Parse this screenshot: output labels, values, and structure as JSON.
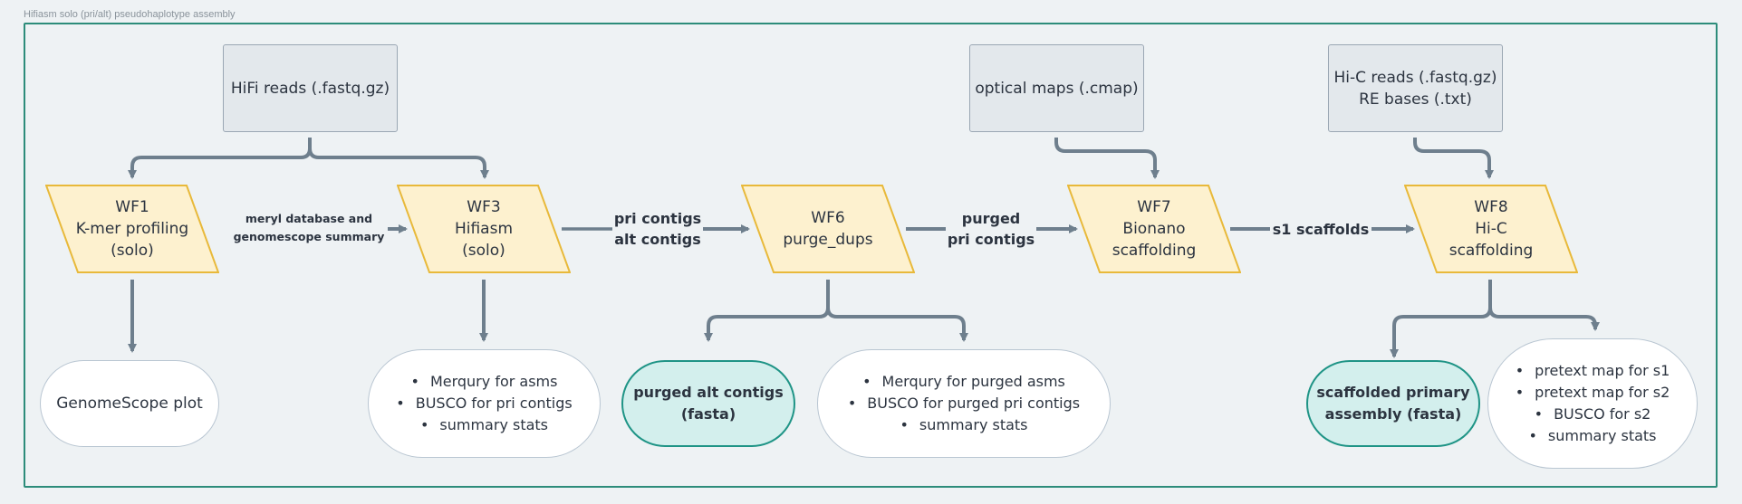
{
  "diagram_title": "Hifiasm solo (pri/alt) pseudohaplotype assembly",
  "inputs": {
    "hifi_reads": "HiFi reads (.fastq.gz)",
    "optical_maps": "optical maps (.cmap)",
    "hic_reads": [
      "Hi-C reads (.fastq.gz)",
      "RE bases (.txt)"
    ]
  },
  "workflows": {
    "wf1": [
      "WF1",
      "K-mer profiling",
      "(solo)"
    ],
    "wf3": [
      "WF3",
      "Hifiasm",
      "(solo)"
    ],
    "wf6": [
      "WF6",
      "purge_dups"
    ],
    "wf7": [
      "WF7",
      "Bionano",
      "scaffolding"
    ],
    "wf8": [
      "WF8",
      "Hi-C",
      "scaffolding"
    ]
  },
  "edge_labels": {
    "wf1_wf3": [
      "meryl database and",
      "genomescope summary"
    ],
    "wf3_wf6": [
      "pri contigs",
      "alt contigs"
    ],
    "wf6_wf7": [
      "purged",
      "pri contigs"
    ],
    "wf7_wf8": "s1 scaffolds"
  },
  "outputs": {
    "genomescope": "GenomeScope plot",
    "wf3_qc": [
      "Merqury for asms",
      "BUSCO for pri contigs",
      "summary stats"
    ],
    "purged_alt": [
      "purged alt contigs",
      "(fasta)"
    ],
    "wf6_qc": [
      "Merqury for purged asms",
      "BUSCO for purged pri contigs",
      "summary stats"
    ],
    "scaffolded": [
      "scaffolded primary",
      "assembly (fasta)"
    ],
    "wf8_qc": [
      "pretext map for s1",
      "pretext map for s2",
      "BUSCO for s2",
      "summary stats"
    ]
  },
  "colors": {
    "frame": "#2c8c7a",
    "workflow_fill": "#fdf1cf",
    "workflow_border": "#e8b93a",
    "input_fill": "#e3e8ec",
    "teal_output_fill": "#d3efed",
    "arrow": "#6e7f8d"
  }
}
